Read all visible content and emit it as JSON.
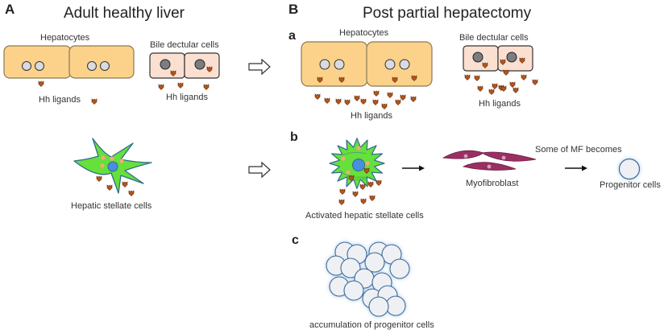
{
  "panel_a": {
    "letter": "A",
    "title": "Adult healthy liver",
    "hepatocytes_label": "Hepatocytes",
    "bile_label": "Bile dectular cells",
    "hepatocyte_ligands_label": "Hh ligands",
    "bile_ligands_label": "Hh ligands",
    "stellate_label": "Hepatic stellate cells"
  },
  "panel_b": {
    "letter": "B",
    "title": "Post partial hepatectomy",
    "sub_a": {
      "letter": "a",
      "hepatocytes_label": "Hepatocytes",
      "bile_label": "Bile dectular cells",
      "hepatocyte_ligands_label": "Hh ligands",
      "bile_ligands_label": "Hh ligands"
    },
    "sub_b": {
      "letter": "b",
      "activated_label": "Activated hepatic stellate cells",
      "myofibroblast_label": "Myofibroblast",
      "transition_label": "Some of MF becomes",
      "progenitor_label": "Progenitor cells"
    },
    "sub_c": {
      "letter": "c",
      "accumulation_label": "accumulation of  progenitor cells"
    }
  },
  "colors": {
    "hepatocyte_fill": "#fcd28a",
    "hepatocyte_stroke": "#8a7a55",
    "bile_fill": "#fbe0d2",
    "nucleus_hep": "#d9dbe0",
    "nucleus_bile": "#7b7d80",
    "ligand": "#b8561c",
    "stellate_fill": "#66e03a",
    "stellate_stroke": "#2f6d8e",
    "stellate_nucleus": "#4a8ede",
    "droplet": "#f4a97a",
    "myofibroblast": "#9b2f63",
    "progenitor_fill": "#eef0f4",
    "progenitor_stroke": "#3d6a9a"
  }
}
